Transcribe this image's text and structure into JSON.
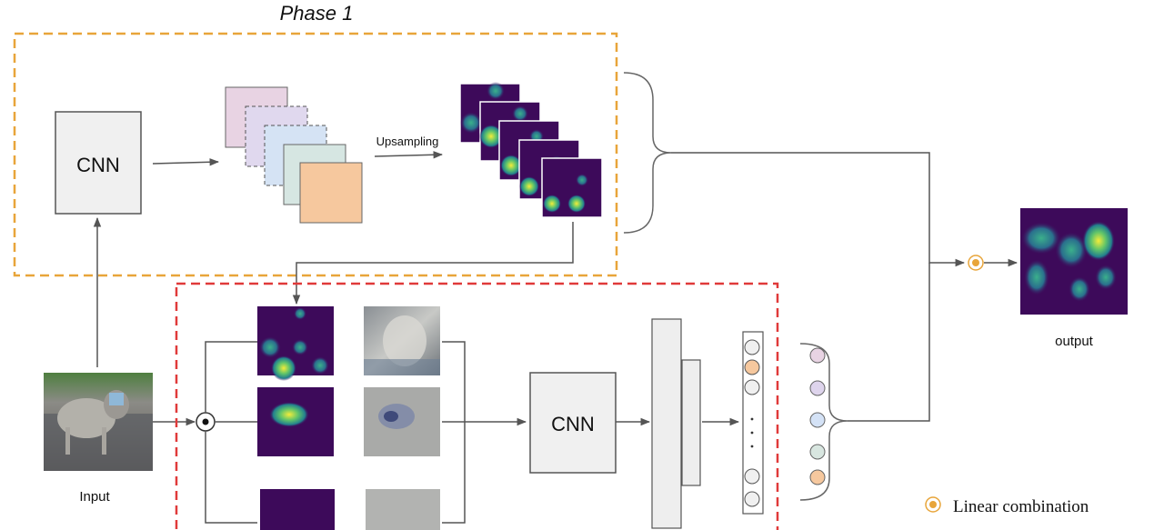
{
  "phase1": {
    "title": "Phase 1"
  },
  "phase1_cnn": {
    "label": "CNN"
  },
  "upsampling": {
    "label": "Upsampling"
  },
  "input": {
    "label": "Input"
  },
  "phase2_cnn": {
    "label": "CNN"
  },
  "output": {
    "label": "output"
  },
  "legend": {
    "label": "Linear combination"
  },
  "colors": {
    "phase1_border": "#e8a53a",
    "phase2_border": "#e03a3a",
    "feature_maps": [
      "#e8d3e3",
      "#e0d8ee",
      "#d5e3f4",
      "#d6e6e2",
      "#f6c89e"
    ],
    "heatmap_bg": "#3d0a5a",
    "heatmap_hot": "#e8e02a",
    "heatmap_warm": "#2aa08a",
    "weight_pink": "#e8d3e3",
    "weight_lilac": "#ded4ec",
    "weight_blue": "#d4e2f6",
    "weight_green": "#d8e6e0",
    "weight_orange": "#f6c89e",
    "combine_dot": "#e8a53a"
  }
}
